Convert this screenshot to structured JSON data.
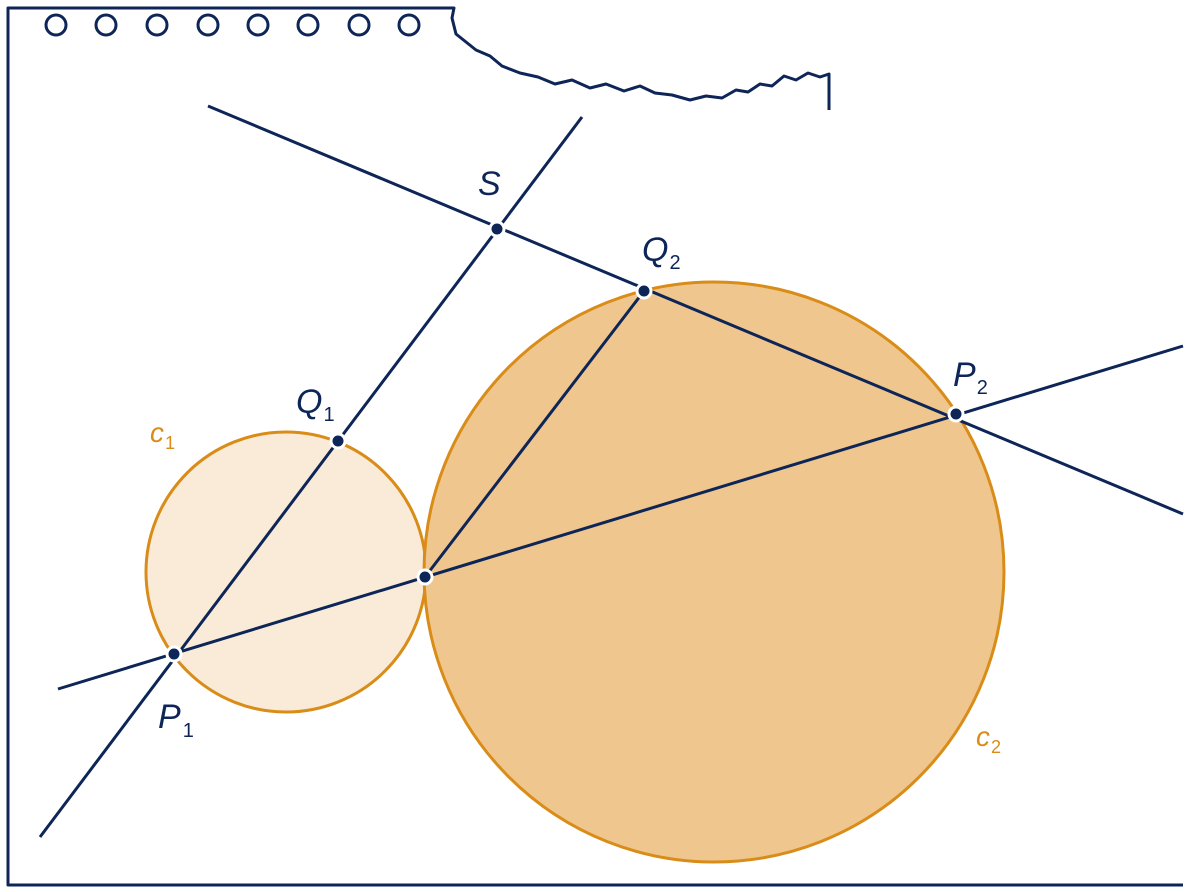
{
  "colors": {
    "ink": "#0d2557",
    "circle_stroke": "#d98c18",
    "circle1_fill": "#faebd9",
    "circle2_fill": "#efc68d",
    "circle_label": "#d98c18",
    "point_halo": "#ffffff"
  },
  "circles": [
    {
      "id": "c1",
      "letter": "c",
      "index": "1"
    },
    {
      "id": "c2",
      "letter": "c",
      "index": "2"
    }
  ],
  "points": [
    {
      "id": "S",
      "letter": "S",
      "index": ""
    },
    {
      "id": "Q2",
      "letter": "Q",
      "index": "2"
    },
    {
      "id": "P2",
      "letter": "P",
      "index": "2"
    },
    {
      "id": "Q1",
      "letter": "Q",
      "index": "1"
    },
    {
      "id": "P1",
      "letter": "P",
      "index": "1"
    },
    {
      "id": "T",
      "letter": "",
      "index": ""
    }
  ]
}
